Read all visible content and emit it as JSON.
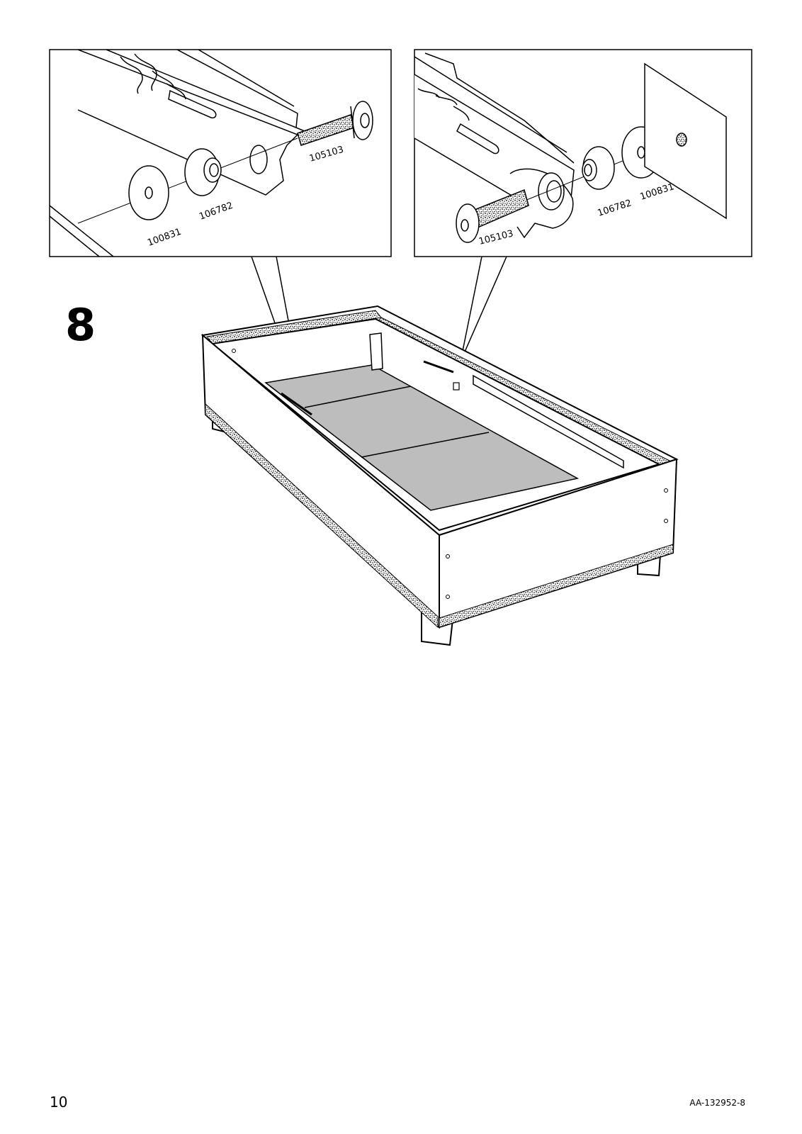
{
  "step": {
    "number": "8"
  },
  "detail_left": {
    "labels": {
      "screw": "105103",
      "washer_small": "106782",
      "washer_large": "100831"
    }
  },
  "detail_right": {
    "labels": {
      "screw": "105103",
      "washer_small": "106782",
      "washer_large": "100831"
    }
  },
  "footer": {
    "page_number": "10",
    "document_code": "AA-132952-8"
  }
}
